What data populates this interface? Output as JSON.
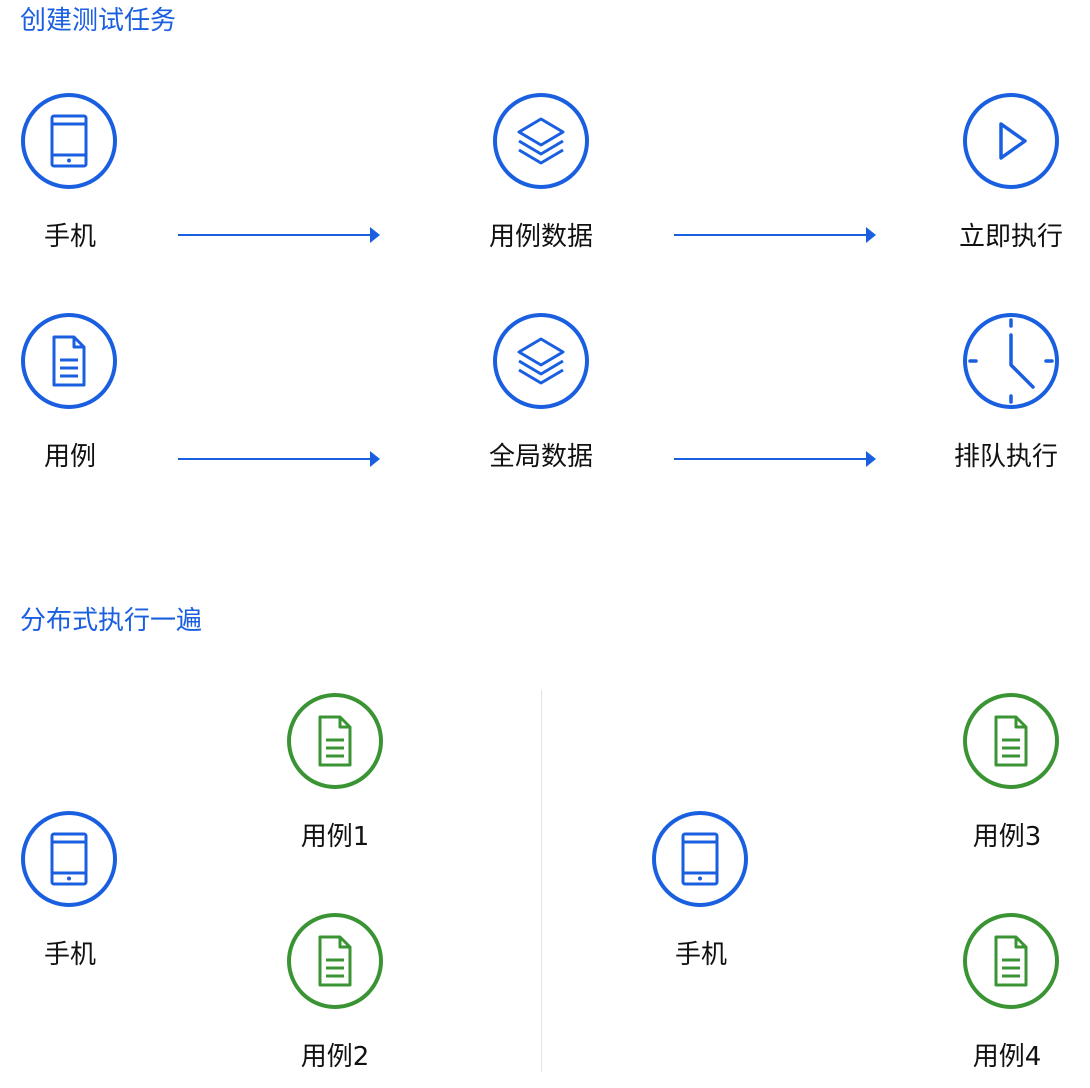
{
  "sections": {
    "create_task": "创建测试任务",
    "distributed": "分布式执行一遍"
  },
  "flow_row1": {
    "device": "手机",
    "data": "用例数据",
    "action": "立即执行"
  },
  "flow_row2": {
    "device": "用例",
    "data": "全局数据",
    "action": "排队执行"
  },
  "distributed": {
    "left": {
      "device": "手机",
      "case_a": "用例1",
      "case_b": "用例2"
    },
    "right": {
      "device": "手机",
      "case_a": "用例3",
      "case_b": "用例4"
    }
  },
  "colors": {
    "blue": "#1a5fe0",
    "green": "#3a9434"
  },
  "icons": {
    "phone": "phone-icon",
    "document": "document-icon",
    "layers": "layers-icon",
    "play": "play-icon",
    "clock": "clock-icon"
  }
}
